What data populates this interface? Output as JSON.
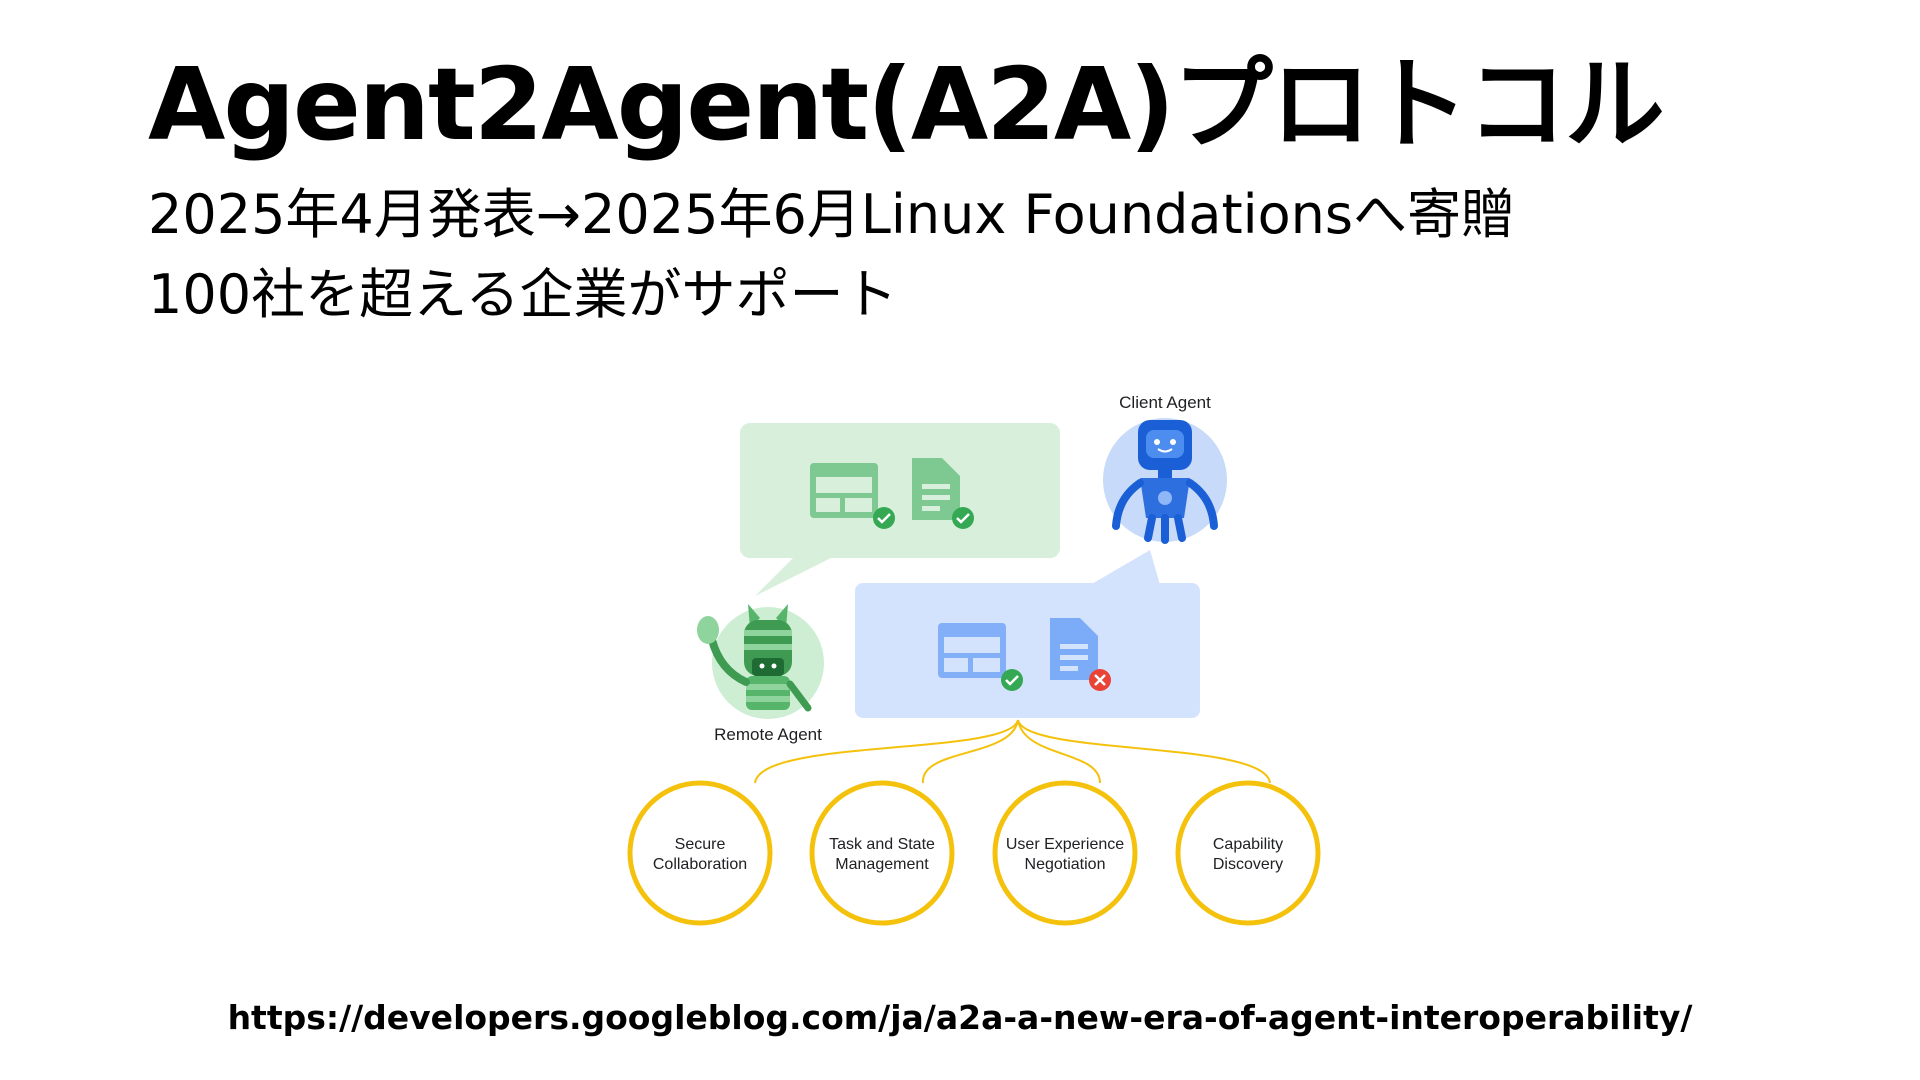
{
  "slide": {
    "title": "Agent2Agent(A2A)プロトコル",
    "subtitle_lines": [
      "2025年4月発表→2025年6月Linux Foundationsへ寄贈",
      "100社を超える企業がサポート"
    ],
    "source_url": "https://developers.googleblog.com/ja/a2a-a-new-era-of-agent-interoperability/"
  },
  "diagram": {
    "client_agent_label": "Client Agent",
    "remote_agent_label": "Remote Agent",
    "capabilities": [
      {
        "line1": "Secure",
        "line2": "Collaboration"
      },
      {
        "line1": "Task and State",
        "line2": "Management"
      },
      {
        "line1": "User Experience",
        "line2": "Negotiation"
      },
      {
        "line1": "Capability",
        "line2": "Discovery"
      }
    ],
    "colors": {
      "green_bubble": "#d7efdb",
      "blue_bubble": "#d3e3fd",
      "green_accent": "#34a853",
      "blue_accent": "#4285f4",
      "red_accent": "#ea4335",
      "yellow_ring": "#f4c20d",
      "robot_circle": "#c8daf9",
      "remote_circle": "#cdeed3"
    },
    "icons": {
      "remote_bubble": [
        "table-icon",
        "document-icon"
      ],
      "client_bubble": [
        "table-icon",
        "document-icon"
      ],
      "badges": [
        "check-icon",
        "check-icon",
        "check-icon",
        "error-x-icon"
      ]
    }
  }
}
